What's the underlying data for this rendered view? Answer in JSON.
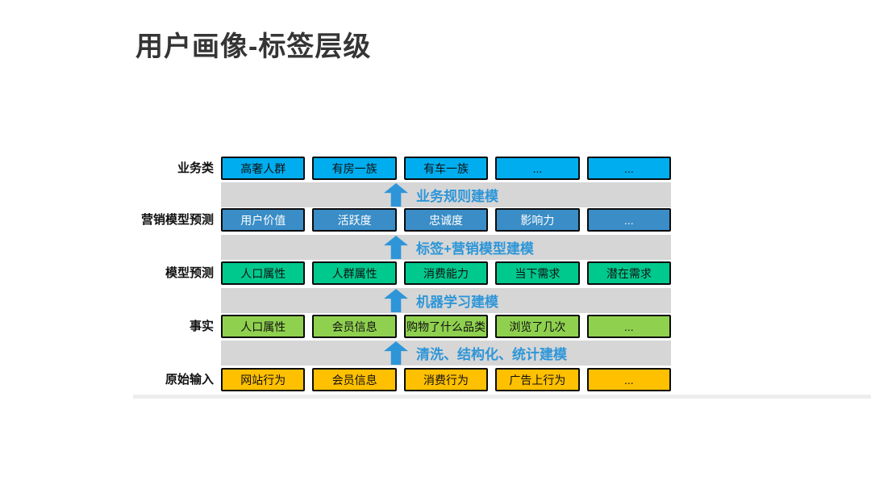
{
  "title": "用户画像-标签层级",
  "diagram": {
    "band_color": "#d6d6d6",
    "arrow_color": "#2e96d8",
    "rows": [
      {
        "label": "业务类",
        "box_color": "#00aeef",
        "text_color": "#111111",
        "items": [
          "高奢人群",
          "有房一族",
          "有车一族",
          "...",
          "..."
        ]
      },
      {
        "label": "营销模型预测",
        "box_color": "#3a8dc6",
        "text_color": "#ffffff",
        "items": [
          "用户价值",
          "活跃度",
          "忠诚度",
          "影响力",
          "..."
        ]
      },
      {
        "label": "模型预测",
        "box_color": "#00c98d",
        "text_color": "#111111",
        "items": [
          "人口属性",
          "人群属性",
          "消费能力",
          "当下需求",
          "潜在需求"
        ]
      },
      {
        "label": "事实",
        "box_color": "#8fd14f",
        "text_color": "#111111",
        "items": [
          "人口属性",
          "会员信息",
          "购物了什么品类",
          "浏览了几次",
          "..."
        ]
      },
      {
        "label": "原始输入",
        "box_color": "#ffc000",
        "text_color": "#111111",
        "items": [
          "网站行为",
          "会员信息",
          "消费行为",
          "广告上行为",
          "..."
        ]
      }
    ],
    "arrows": [
      {
        "label": "业务规则建模"
      },
      {
        "label": "标签+营销模型建模"
      },
      {
        "label": "机器学习建模"
      },
      {
        "label": "清洗、结构化、统计建模"
      }
    ]
  }
}
